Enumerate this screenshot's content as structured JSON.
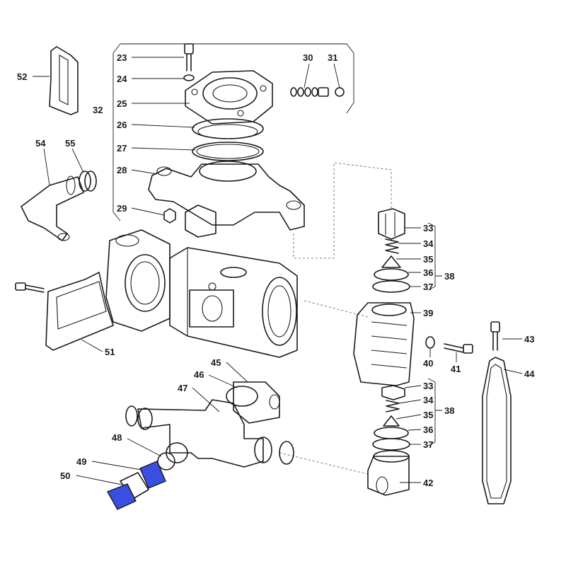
{
  "diagram": {
    "callouts": {
      "p23": "23",
      "p24": "24",
      "p25": "25",
      "p26": "26",
      "p27": "27",
      "p28": "28",
      "p29": "29",
      "p30": "30",
      "p31": "31",
      "p32": "32",
      "p33a": "33",
      "p34a": "34",
      "p35a": "35",
      "p36a": "36",
      "p37a": "37",
      "p38a": "38",
      "p39": "39",
      "p40": "40",
      "p41": "41",
      "p42": "42",
      "p33b": "33",
      "p34b": "34",
      "p35b": "35",
      "p36b": "36",
      "p37b": "37",
      "p38b": "38",
      "p43": "43",
      "p44": "44",
      "p45": "45",
      "p46": "46",
      "p47": "47",
      "p48": "48",
      "p49": "49",
      "p50": "50",
      "p51": "51",
      "p52": "52",
      "p54": "54",
      "p55": "55"
    },
    "highlight_color": "#3a4fe0",
    "line_color": "#1a1a1a"
  }
}
